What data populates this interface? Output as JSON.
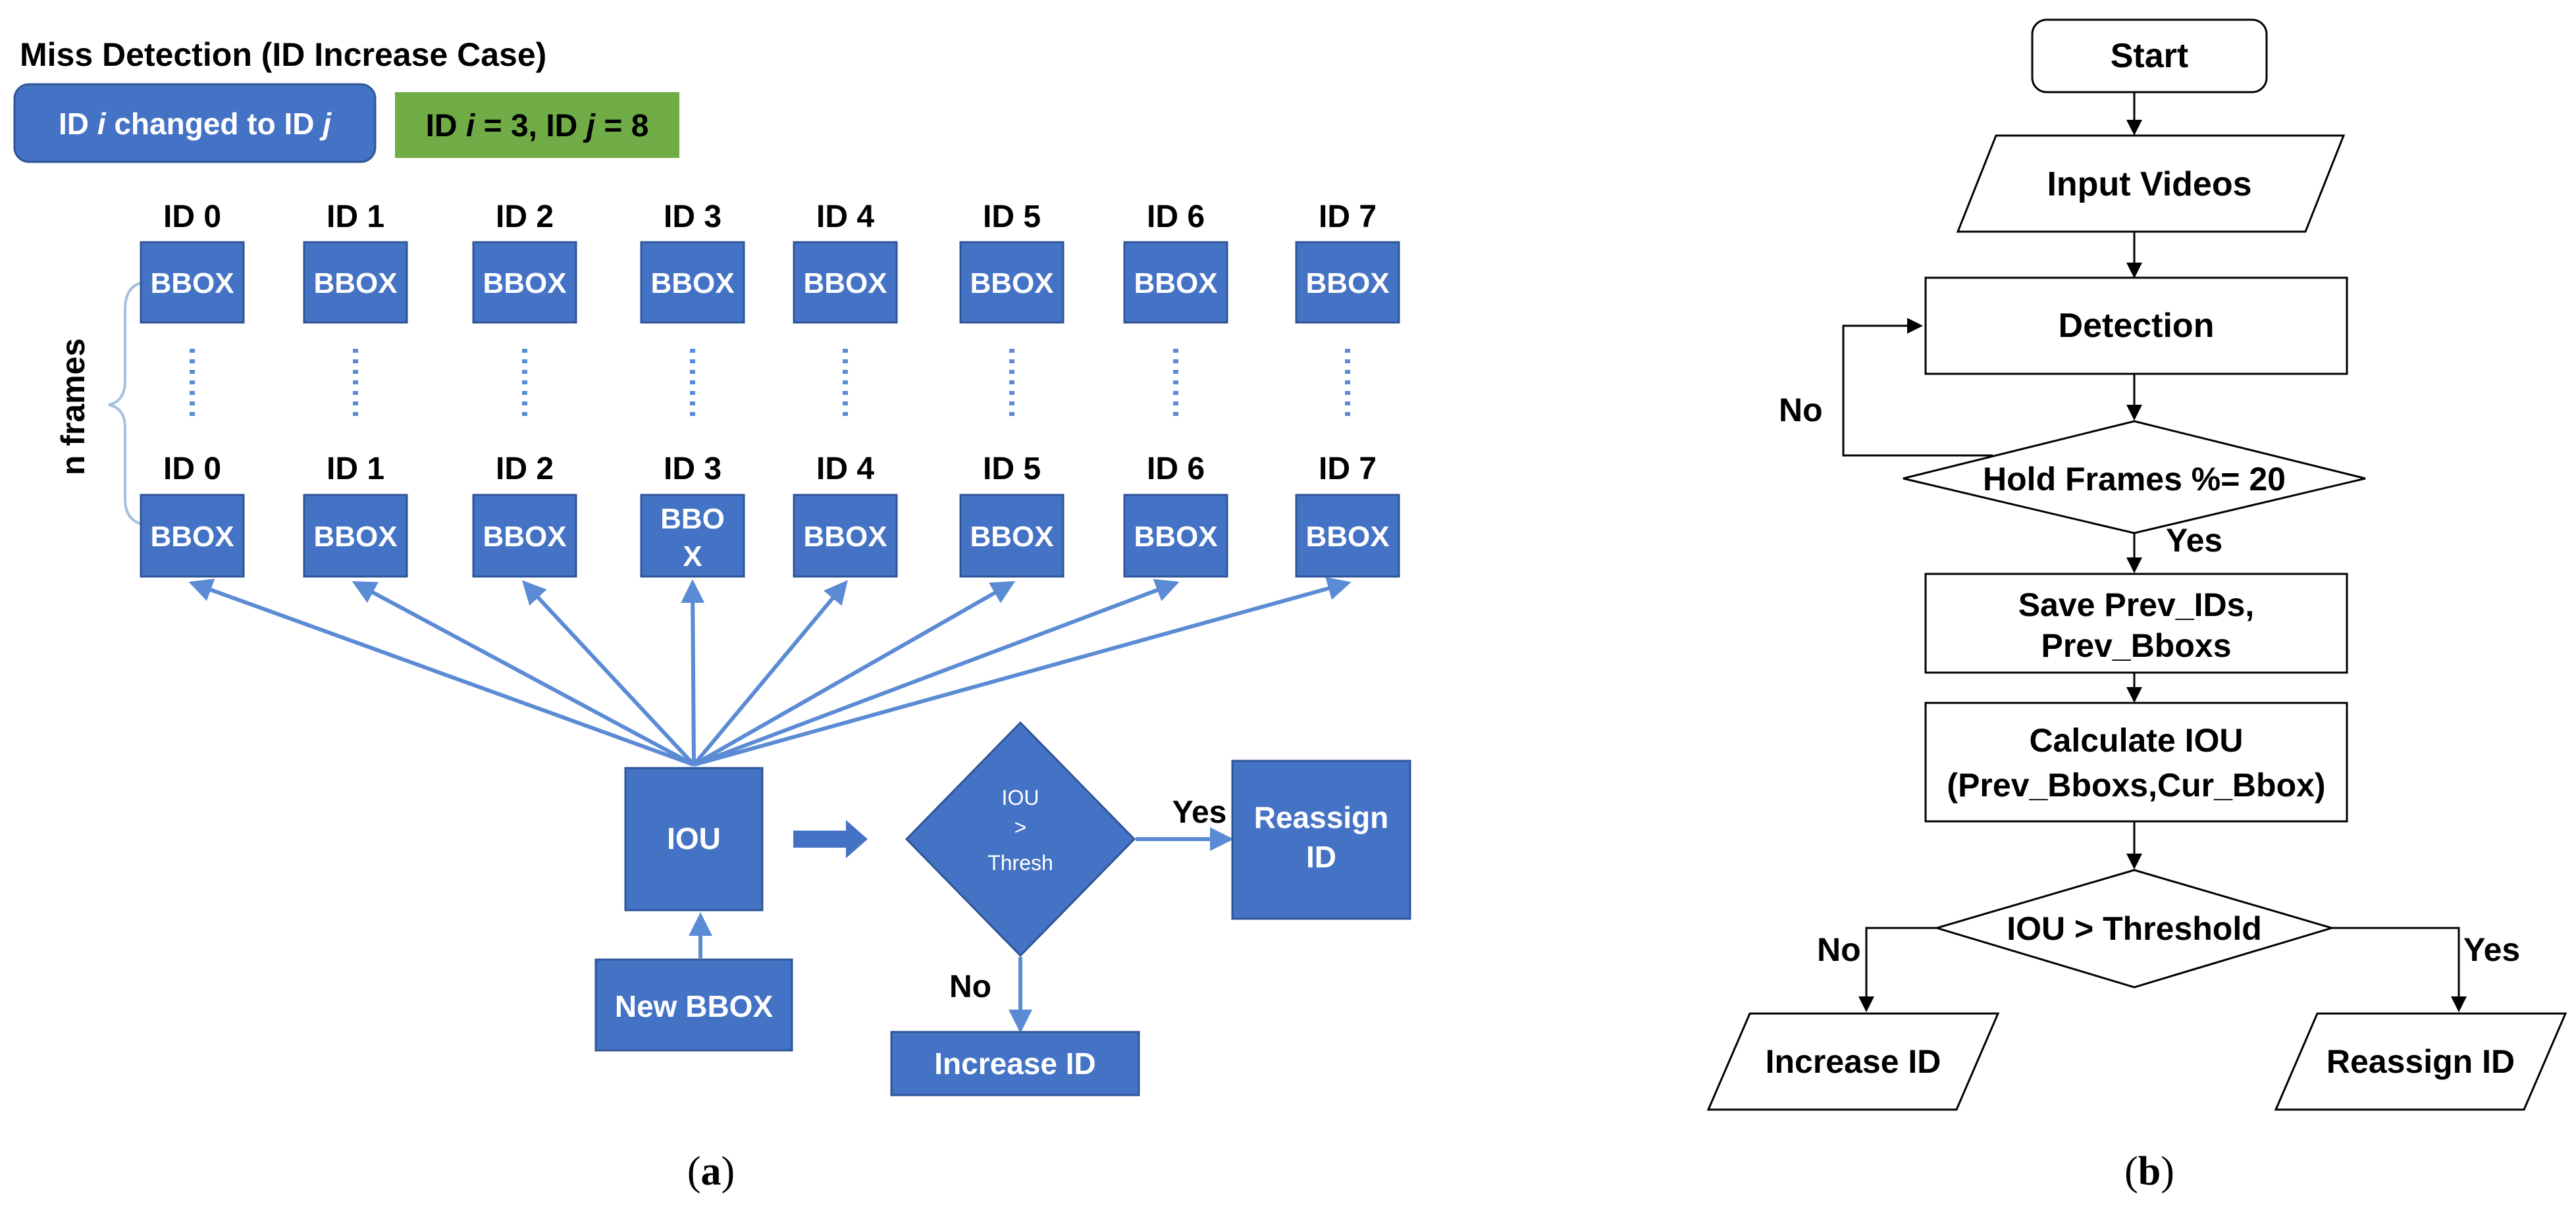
{
  "panel_a": {
    "title": "Miss Detection (ID Increase Case)",
    "badge_blue": {
      "pre": "ID ",
      "i": "i",
      "mid": " changed to ID ",
      "j": "j"
    },
    "badge_green": {
      "pre": "ID ",
      "i": "i",
      "mid": " = 3, ID ",
      "j": "j",
      "post": " = 8"
    },
    "side_label": "n frames",
    "ids": [
      "ID 0",
      "ID 1",
      "ID 2",
      "ID 3",
      "ID 4",
      "ID 5",
      "ID 6",
      "ID 7"
    ],
    "box_label": "BBOX",
    "split_box": {
      "line1": "BBO",
      "line2": "X"
    },
    "iou": "IOU",
    "new_bbox": "New BBOX",
    "decision": {
      "line1": "IOU",
      "line2": ">",
      "line3": "Thresh"
    },
    "yes": "Yes",
    "no": "No",
    "reassign": {
      "line1": "Reassign",
      "line2": "ID"
    },
    "increase": "Increase ID",
    "caption": {
      "open": "(",
      "letter": "a",
      "close": ")"
    },
    "colors": {
      "box": "#4472C4",
      "arrow": "#5B8BD4",
      "green": "#70AD47"
    }
  },
  "panel_b": {
    "start": "Start",
    "input": "Input Videos",
    "detection": "Detection",
    "hold": "Hold Frames %= 20",
    "no_loop": "No",
    "yes_down": "Yes",
    "save": {
      "line1": "Save Prev_IDs,",
      "line2": "Prev_Bboxs"
    },
    "calc": {
      "line1": "Calculate IOU",
      "line2": "(Prev_Bboxs,Cur_Bbox)"
    },
    "thresh": "IOU > Threshold",
    "no_left": "No",
    "yes_right": "Yes",
    "increase": "Increase ID",
    "reassign": "Reassign ID",
    "caption": {
      "open": "(",
      "letter": "b",
      "close": ")"
    }
  }
}
